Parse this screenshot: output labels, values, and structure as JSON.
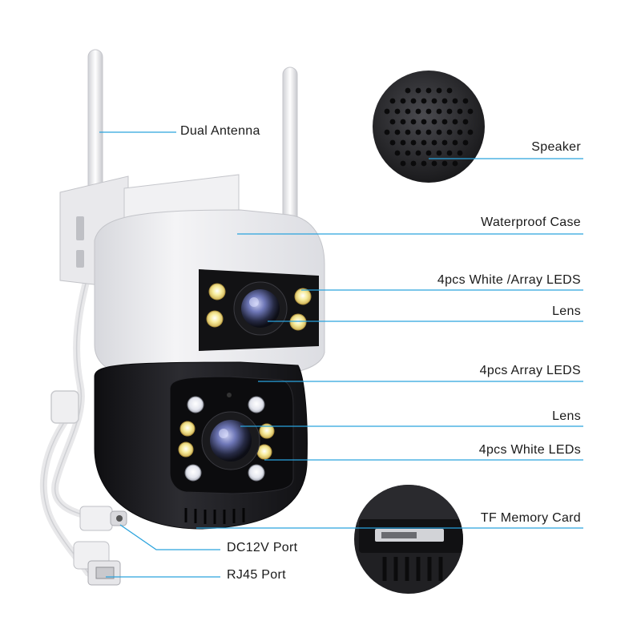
{
  "labels": {
    "dual_antenna": "Dual Antenna",
    "speaker": "Speaker",
    "waterproof_case": "Waterproof Case",
    "white_array_leds": "4pcs White /Array LEDS",
    "lens_top": "Lens",
    "array_leds": "4pcs Array LEDS",
    "lens_bottom": "Lens",
    "white_leds": "4pcs White LEDs",
    "tf_card": "TF Memory Card",
    "dc12v_port": "DC12V Port",
    "rj45_port": "RJ45 Port"
  },
  "colors": {
    "callout_line": "#2aa3dd",
    "body_white": "#eeeef0",
    "body_black": "#1e1e22",
    "led_warm": "#f4e38a",
    "lens_blue": "#6f78b8"
  }
}
